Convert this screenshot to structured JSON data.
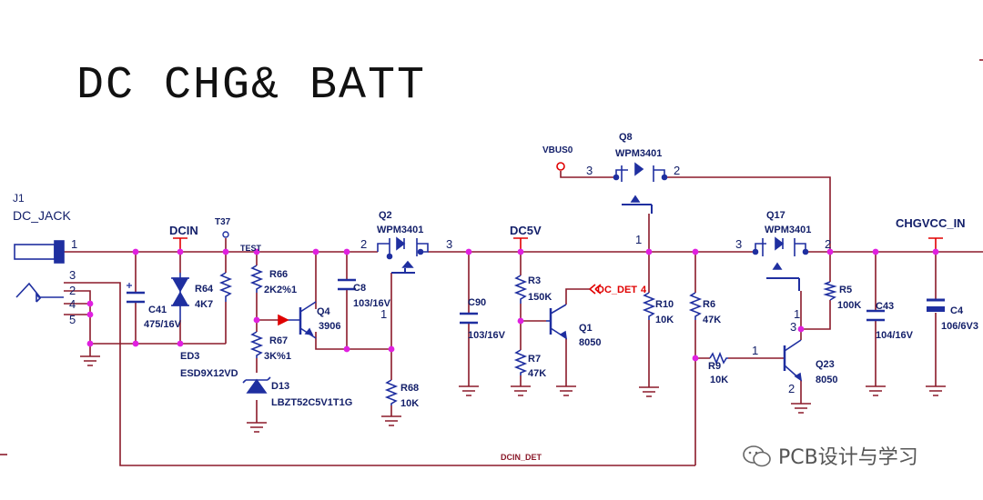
{
  "title": "DC CHG& BATT",
  "watermark": "PCB设计与学习",
  "colors": {
    "wire": "#8b1a2a",
    "part": "#1f2fa0",
    "text": "#14206a",
    "junction": "#e020e0",
    "highlight": "#e00000",
    "background": "#ffffff"
  },
  "nets": {
    "dcin": "DCIN",
    "dc5v": "DC5V",
    "chgvcc_in": "CHGVCC_IN",
    "vbus0": "VBUS0",
    "dc_det": "DC_DET",
    "dcin_det": "DCIN_DET"
  },
  "test_point": {
    "ref": "T37",
    "label": "TEST"
  },
  "connector": {
    "ref": "J1",
    "name": "DC_JACK",
    "pins": [
      "1",
      "3",
      "2",
      "4",
      "5"
    ]
  },
  "components": {
    "c41": {
      "ref": "C41",
      "value": "475/16V"
    },
    "ed3": {
      "ref": "ED3",
      "value": "ESD9X12VD"
    },
    "r64": {
      "ref": "R64",
      "value": "4K7"
    },
    "r66": {
      "ref": "R66",
      "value": "2K2%1"
    },
    "r67": {
      "ref": "R67",
      "value": "3K%1"
    },
    "d13": {
      "ref": "D13",
      "value": "LBZT52C5V1T1G"
    },
    "q4": {
      "ref": "Q4",
      "value": "3906"
    },
    "c8": {
      "ref": "C8",
      "value": "103/16V"
    },
    "q2": {
      "ref": "Q2",
      "value": "WPM3401",
      "pin_a": "2",
      "pin_b": "3",
      "pin_g": "1"
    },
    "r68": {
      "ref": "R68",
      "value": "10K"
    },
    "c90": {
      "ref": "C90",
      "value": "103/16V"
    },
    "r3": {
      "ref": "R3",
      "value": "150K"
    },
    "r7": {
      "ref": "R7",
      "value": "47K"
    },
    "q1": {
      "ref": "Q1",
      "value": "8050",
      "pin": "4"
    },
    "q8": {
      "ref": "Q8",
      "value": "WPM3401",
      "pin_a": "3",
      "pin_b": "2",
      "pin_g": "1"
    },
    "r10": {
      "ref": "R10",
      "value": "10K"
    },
    "r6": {
      "ref": "R6",
      "value": "47K"
    },
    "r9": {
      "ref": "R9",
      "value": "10K"
    },
    "q17": {
      "ref": "Q17",
      "value": "WPM3401",
      "pin_a": "3",
      "pin_b": "2",
      "pin_g": "1"
    },
    "r5": {
      "ref": "R5",
      "value": "100K"
    },
    "q23": {
      "ref": "Q23",
      "value": "8050",
      "pin_b": "1",
      "pin_c": "3",
      "pin_e": "2"
    },
    "c43": {
      "ref": "C43",
      "value": "104/16V"
    },
    "c4": {
      "ref": "C4",
      "value": "106/6V3"
    }
  }
}
